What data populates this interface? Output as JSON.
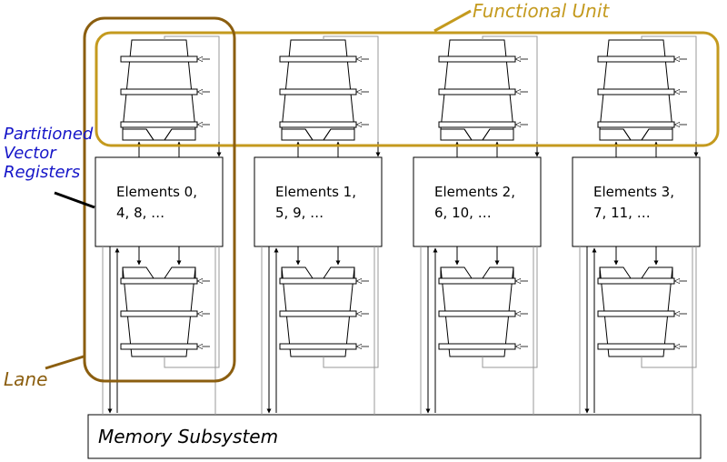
{
  "labels": {
    "functional_unit": "Functional Unit",
    "partitioned_line1": "Partitioned",
    "partitioned_line2": "Vector",
    "partitioned_line3": "Registers",
    "lane": "Lane",
    "memory": "Memory Subsystem"
  },
  "lanes": [
    {
      "line1": "Elements 0,",
      "line2": "4, 8, …"
    },
    {
      "line1": "Elements 1,",
      "line2": "5, 9, …"
    },
    {
      "line1": "Elements 2,",
      "line2": "6, 10, …"
    },
    {
      "line1": "Elements 3,",
      "line2": "7, 11, …"
    }
  ],
  "colors": {
    "functional_unit": "#c49a1e",
    "lane": "#8b5e0f",
    "partitioned": "#1414c8",
    "line": "#000000",
    "wire": "#999999"
  }
}
